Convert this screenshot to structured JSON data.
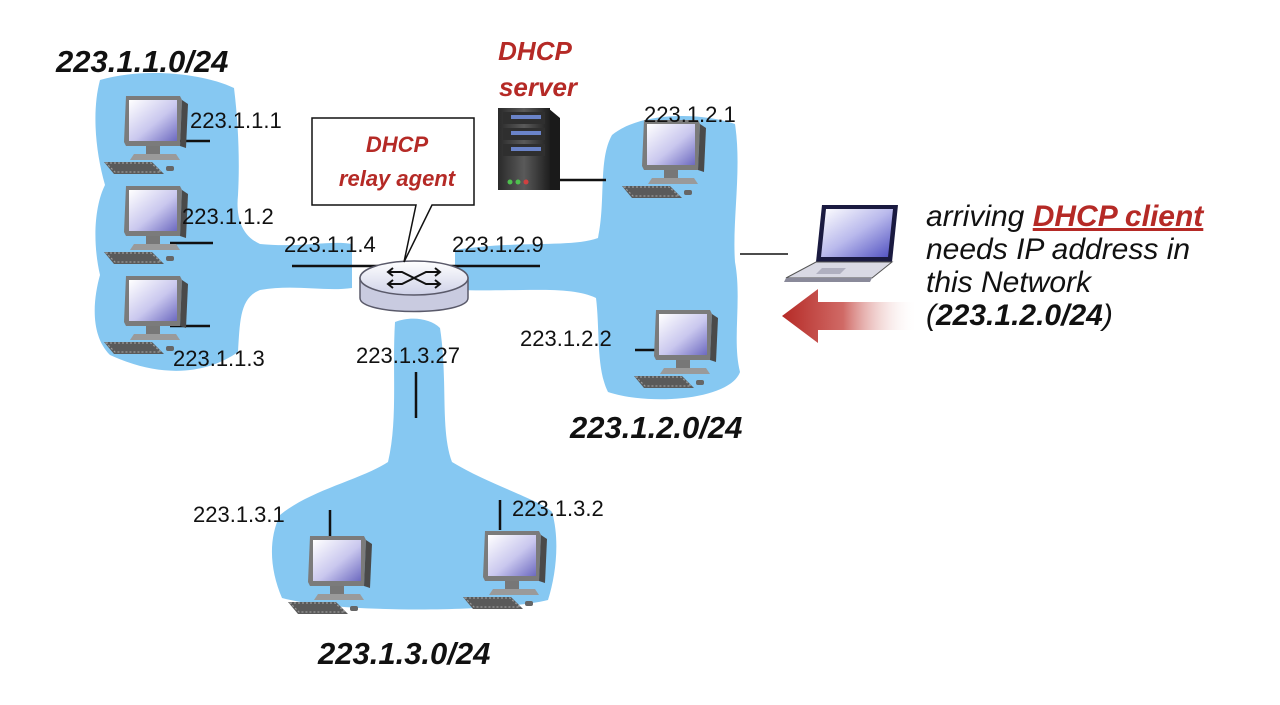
{
  "networks": {
    "net1": {
      "label": "223.1.1.0/24"
    },
    "net2": {
      "label": "223.1.2.0/24"
    },
    "net3": {
      "label": "223.1.3.0/24"
    }
  },
  "hosts": {
    "h111": "223.1.1.1",
    "h112": "223.1.1.2",
    "h113": "223.1.1.3",
    "h121": "223.1.2.1",
    "h122": "223.1.2.2",
    "h131": "223.1.3.1",
    "h132": "223.1.3.2"
  },
  "router": {
    "if1": "223.1.1.4",
    "if2": "223.1.2.9",
    "if3": "223.1.3.27"
  },
  "relay_agent": {
    "line1": "DHCP",
    "line2": "relay agent"
  },
  "dhcp_server": {
    "line1": "DHCP",
    "line2": "server"
  },
  "client": {
    "word_arriving": "arriving ",
    "keyword": "DHCP client",
    "line2": "needs IP address in",
    "line3": "this Network",
    "line4_open": "(",
    "line4_net": "223.1.2.0/24",
    "line4_close": ")"
  },
  "colors": {
    "subnet_fill": "#86c8f2",
    "accent_red": "#b52a26"
  },
  "icons": {
    "host": "desktop-computer-icon",
    "router": "router-icon",
    "server": "server-tower-icon",
    "laptop": "laptop-icon",
    "arrow": "arrow-left-icon"
  }
}
